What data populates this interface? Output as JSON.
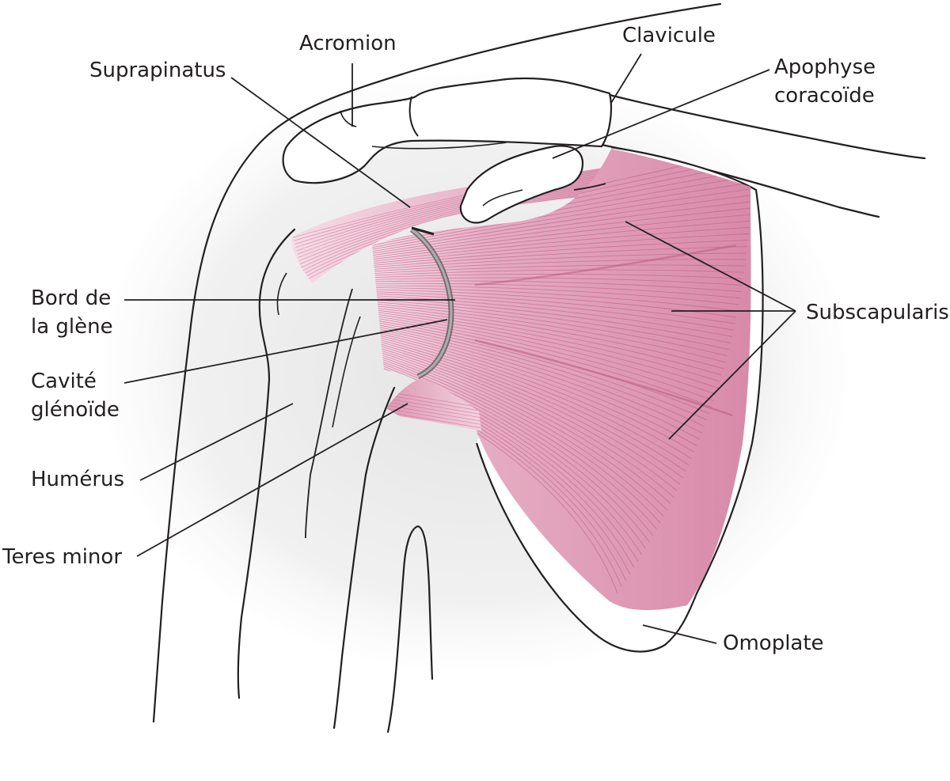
{
  "labels": {
    "acromion": "Acromion",
    "clavicule": "Clavicule",
    "suprapinatus": "Suprapinatus",
    "apophyse_line1": "Apophyse",
    "apophyse_line2": "coracoïde",
    "bord_line1": "Bord de",
    "bord_line2": "la glène",
    "cavite_line1": "Cavité",
    "cavite_line2": "glénoïde",
    "humerus": "Humérus",
    "teres_minor": "Teres minor",
    "subscapularis": "Subscapularis",
    "omoplate": "Omoplate"
  },
  "colors": {
    "outline": "#231f20",
    "muscle": "#dc97b1",
    "muscle_light": "#f1cfdc",
    "muscle_fiber": "#b8577e",
    "body_shade": "#ececec",
    "bone_fill": "#ffffff"
  }
}
